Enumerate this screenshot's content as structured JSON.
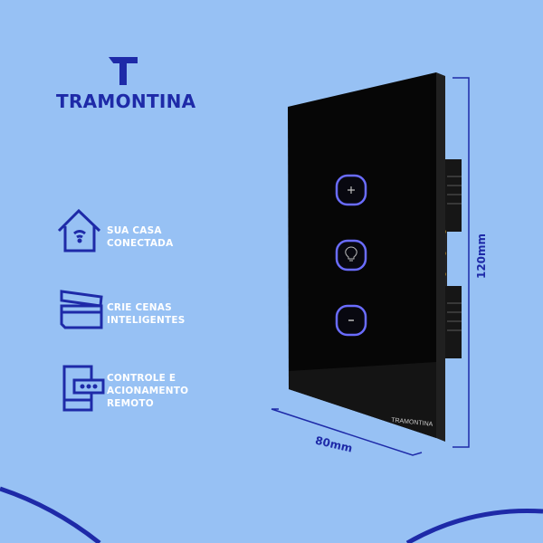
{
  "brand": {
    "name": "TRAMONTINA"
  },
  "features": [
    {
      "icon": "smart-home-wifi-icon",
      "lines": [
        "SUA CASA",
        "CONECTADA"
      ]
    },
    {
      "icon": "clapperboard-icon",
      "lines": [
        "CRIE CENAS",
        "INTELIGENTES"
      ]
    },
    {
      "icon": "phone-chat-icon",
      "lines": [
        "CONTROLE E",
        "ACIONAMENTO",
        "REMOTO"
      ]
    }
  ],
  "product": {
    "buttons": [
      "plus",
      "light",
      "minus"
    ],
    "panel_brand": "TRAMONTINA",
    "height_label": "120mm",
    "width_label": "80mm"
  },
  "colors": {
    "background": "#97c1f4",
    "accent": "#1e2aa8",
    "glow": "#6a6cff"
  }
}
